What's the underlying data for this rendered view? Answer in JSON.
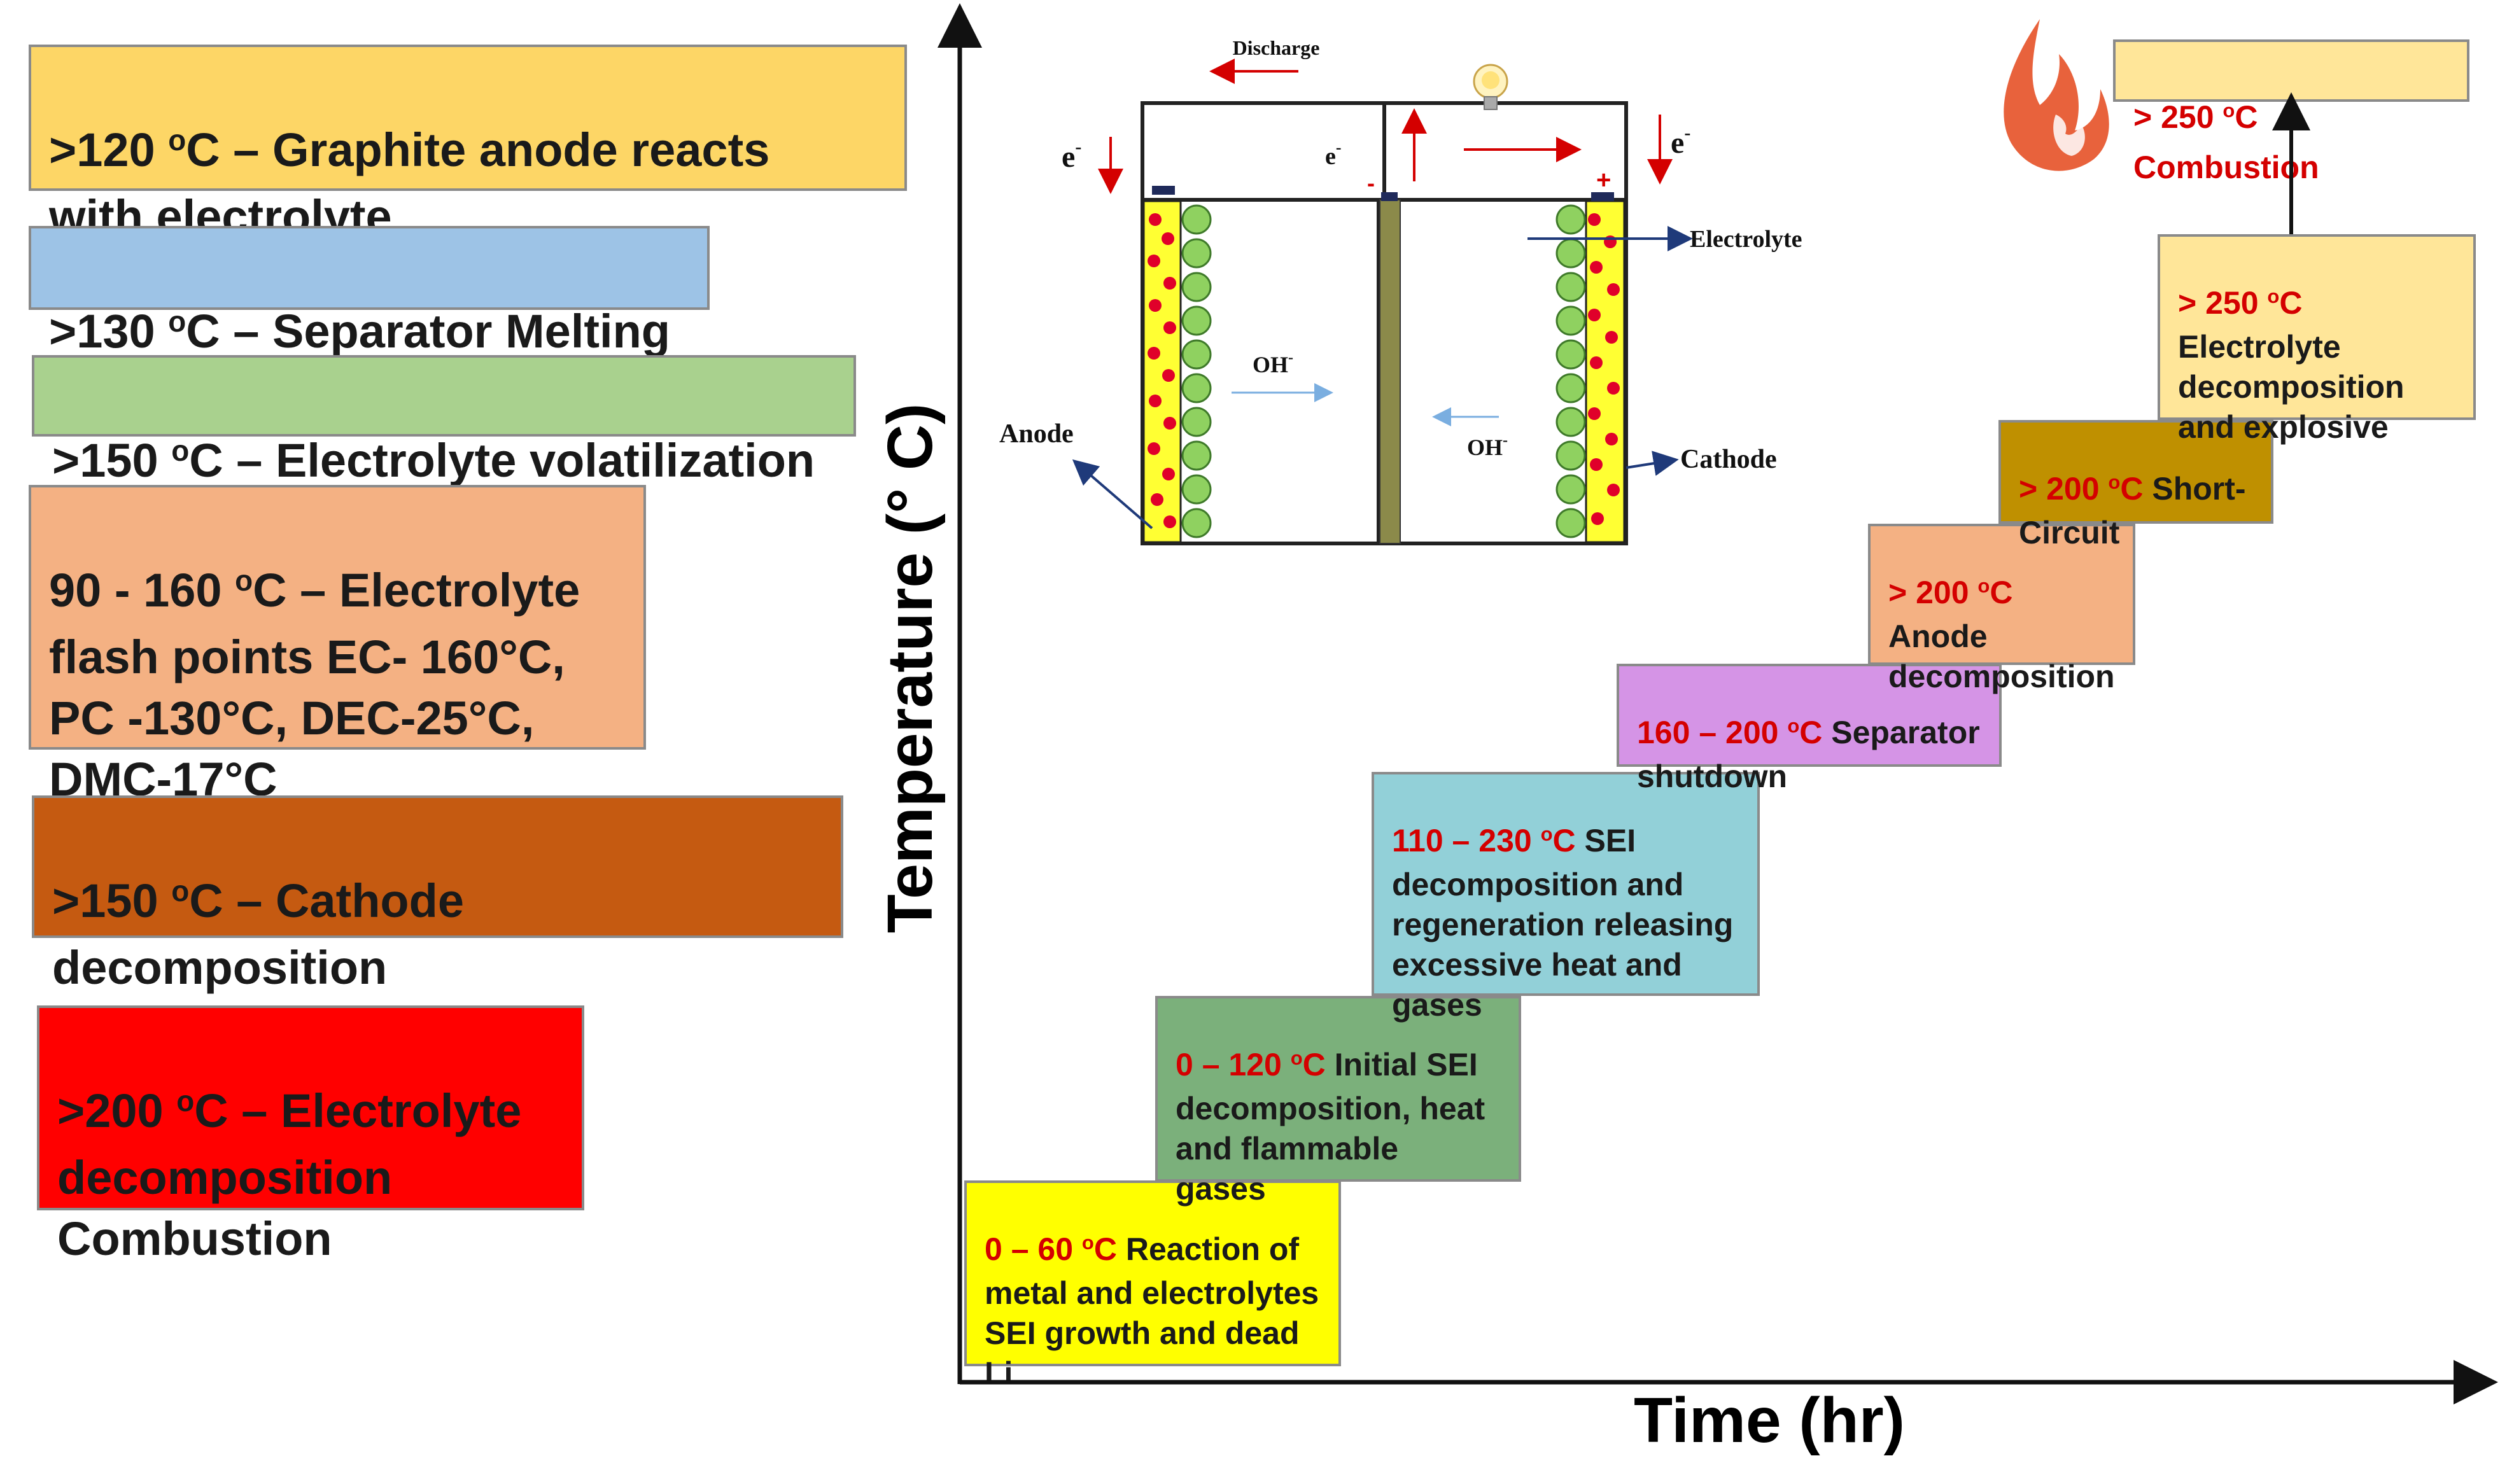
{
  "legend": [
    {
      "text": ">120 ",
      "sup": "o",
      "rest": "C – Graphite anode reacts\nwith electrolyte",
      "color": "#fdd666"
    },
    {
      "text": ">130 ",
      "sup": "o",
      "rest": "C – Separator Melting",
      "color": "#9dc3e6"
    },
    {
      "text": ">150 ",
      "sup": "o",
      "rest": "C – Electrolyte volatilization",
      "color": "#a9d18e"
    },
    {
      "text": "90 - 160 ",
      "sup": "o",
      "rest": "C – Electrolyte\nflash points EC- 160°C,\nPC -130°C, DEC-25°C,\nDMC-17°C",
      "color": "#f4b183"
    },
    {
      "text": ">150 ",
      "sup": "o",
      "rest": "C – Cathode\ndecomposition",
      "color": "#c55a11"
    },
    {
      "text": ">200 ",
      "sup": "o",
      "rest": "C – Electrolyte\ndecomposition\nCombustion",
      "color": "#ff0000"
    }
  ],
  "steps": [
    {
      "range": "0 – 60 ",
      "sup": "o",
      "unit": "C",
      "desc": " Reaction of\nmetal and electrolytes\nSEI growth and dead\nLi",
      "color": "#ffff00"
    },
    {
      "range": "0 – 120 ",
      "sup": "o",
      "unit": "C",
      "desc": " Initial SEI\ndecomposition, heat\nand flammable\ngases",
      "color": "#7bb07b"
    },
    {
      "range": "110 – 230 ",
      "sup": "o",
      "unit": "C",
      "desc": " SEI\ndecomposition and\nregeneration releasing\nexcessive heat and\ngases",
      "color": "#92d0d8"
    },
    {
      "range": "160 – 200 ",
      "sup": "o",
      "unit": "C",
      "desc": " Separator\nshutdown",
      "color": "#d594e6"
    },
    {
      "range": "> 200 ",
      "sup": "o",
      "unit": "C",
      "desc": "\nAnode\ndecomposition",
      "color": "#f4b183"
    },
    {
      "range": "> 200 ",
      "sup": "o",
      "unit": "C",
      "desc": " Short-\nCircuit",
      "color": "#bf9000"
    },
    {
      "range": "> 250 ",
      "sup": "o",
      "unit": "C",
      "desc": "\nElectrolyte\ndecomposition\nand explosive",
      "color": "#ffe699"
    },
    {
      "range": "> 250 ",
      "sup": "o",
      "unit": "C",
      "desc": " Combustion",
      "color": "#ffe699"
    }
  ],
  "axes": {
    "y_label": "Temperature (° C)",
    "x_label": "Time (hr)"
  },
  "battery": {
    "discharge": "Discharge",
    "electron": "e",
    "electron_sup": "-",
    "electrolyte": "Electrolyte",
    "anode": "Anode",
    "cathode": "Cathode",
    "hydroxide": "OH",
    "hydroxide_sup": "-",
    "minus": "-",
    "plus": "+"
  },
  "colors": {
    "flame": "#e8623c",
    "anode_layer": "#ffff33",
    "particle": "#8fd160",
    "dot": "#e0002a",
    "separator": "#8b8a4a"
  }
}
